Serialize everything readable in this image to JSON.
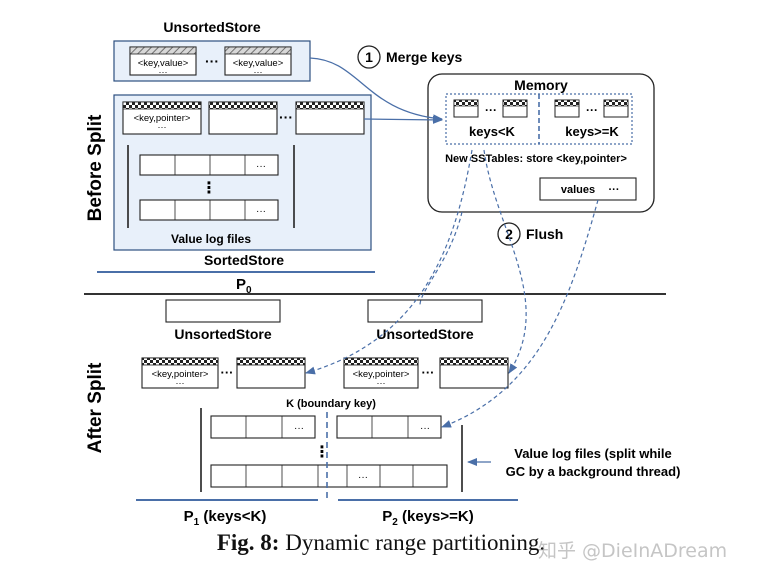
{
  "labels": {
    "unsorted_store_top": "UnsortedStore",
    "kv_cell": "<key,value>",
    "kp_cell": "<key,pointer>",
    "ellipsis": "···",
    "vdots": "⋮",
    "value_log_files": "Value log files",
    "sorted_store": "SortedStore",
    "before_split": "Before Split",
    "after_split": "After Split",
    "p0": "P",
    "p0_sub": "0",
    "merge_num": "1",
    "merge_text": "Merge keys",
    "flush_num": "2",
    "flush_text": "Flush",
    "memory": "Memory",
    "keys_lt_k": "keys<K",
    "keys_ge_k": "keys>=K",
    "new_sstables": "New SSTables: store <key,pointer>",
    "values": "values",
    "unsorted_store_left": "UnsortedStore",
    "unsorted_store_right": "UnsortedStore",
    "boundary_key": "K (boundary key)",
    "value_log_split_line1": "Value log files (split while",
    "value_log_split_line2": "GC by a background thread)",
    "p1_prefix": "P",
    "p1_sub": "1",
    "p1_suffix": " (keys<K)",
    "p2_prefix": "P",
    "p2_sub": "2",
    "p2_suffix": " (keys>=K)"
  },
  "caption": {
    "fig": "Fig. 8:",
    "text": " Dynamic range partitioning."
  },
  "watermark": "知乎 @DieInADream",
  "colors": {
    "store_fill": "#e8f0fa",
    "store_border": "#2d4f80",
    "arrow": "#4a6fa8",
    "partition_line": "#4a6fa8",
    "separator": "#333333"
  }
}
